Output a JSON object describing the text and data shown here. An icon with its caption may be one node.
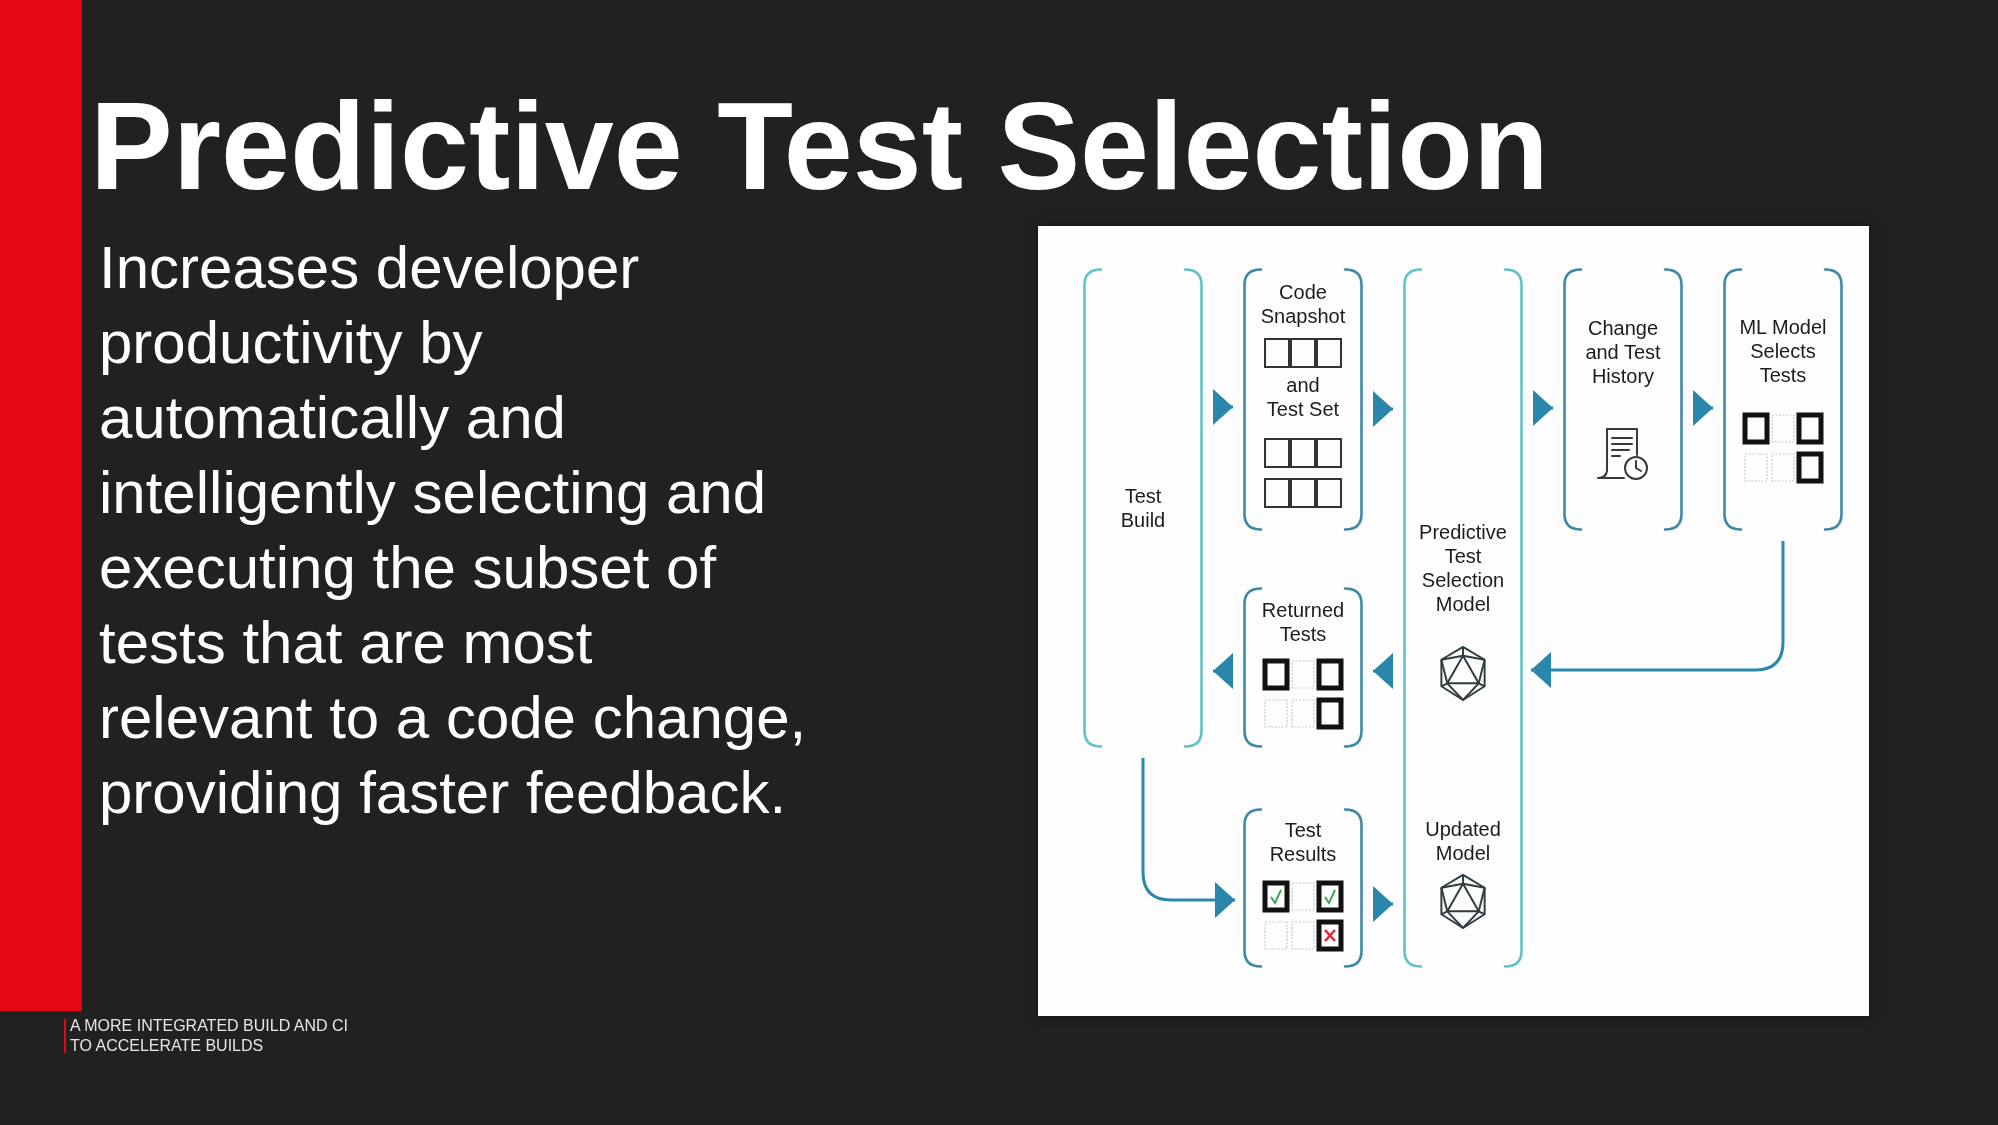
{
  "diagram": {
    "title": "Predictive Test Selection",
    "nodes": [
      {
        "text": [
          "Test Build"
        ]
      },
      {
        "text": [
          "Code Snapshot",
          "and Test Set"
        ]
      },
      {
        "text": [
          "Returned Tests"
        ]
      },
      {
        "text": [
          "Test Results"
        ]
      },
      {
        "text": [
          "Predictive Test Selection Model",
          "Updated Model"
        ]
      },
      {
        "text": [
          "Change and Test History"
        ]
      },
      {
        "text": [
          "ML Model Selects Tests"
        ]
      }
    ],
    "edges": [
      {
        "from": 0,
        "to": 1,
        "arrow": "to"
      },
      {
        "from": 1,
        "to": 4,
        "arrow": "to"
      },
      {
        "from": 4,
        "to": 5,
        "arrow": "to"
      },
      {
        "from": 5,
        "to": 6,
        "arrow": "to"
      },
      {
        "from": 6,
        "to": 4,
        "arrow": "to"
      },
      {
        "from": 4,
        "to": 2,
        "arrow": "to"
      },
      {
        "from": 2,
        "to": 0,
        "arrow": "to"
      },
      {
        "from": 0,
        "to": 3,
        "arrow": "to"
      },
      {
        "from": 3,
        "to": 4,
        "arrow": "to"
      }
    ],
    "labels": [
      "Increases developer productivity by automatically and intelligently selecting and executing the subset of tests that are most relevant to a code change, providing faster feedback.",
      "A MORE INTEGRATED BUILD AND CI TO ACCELERATE BUILDS"
    ]
  }
}
